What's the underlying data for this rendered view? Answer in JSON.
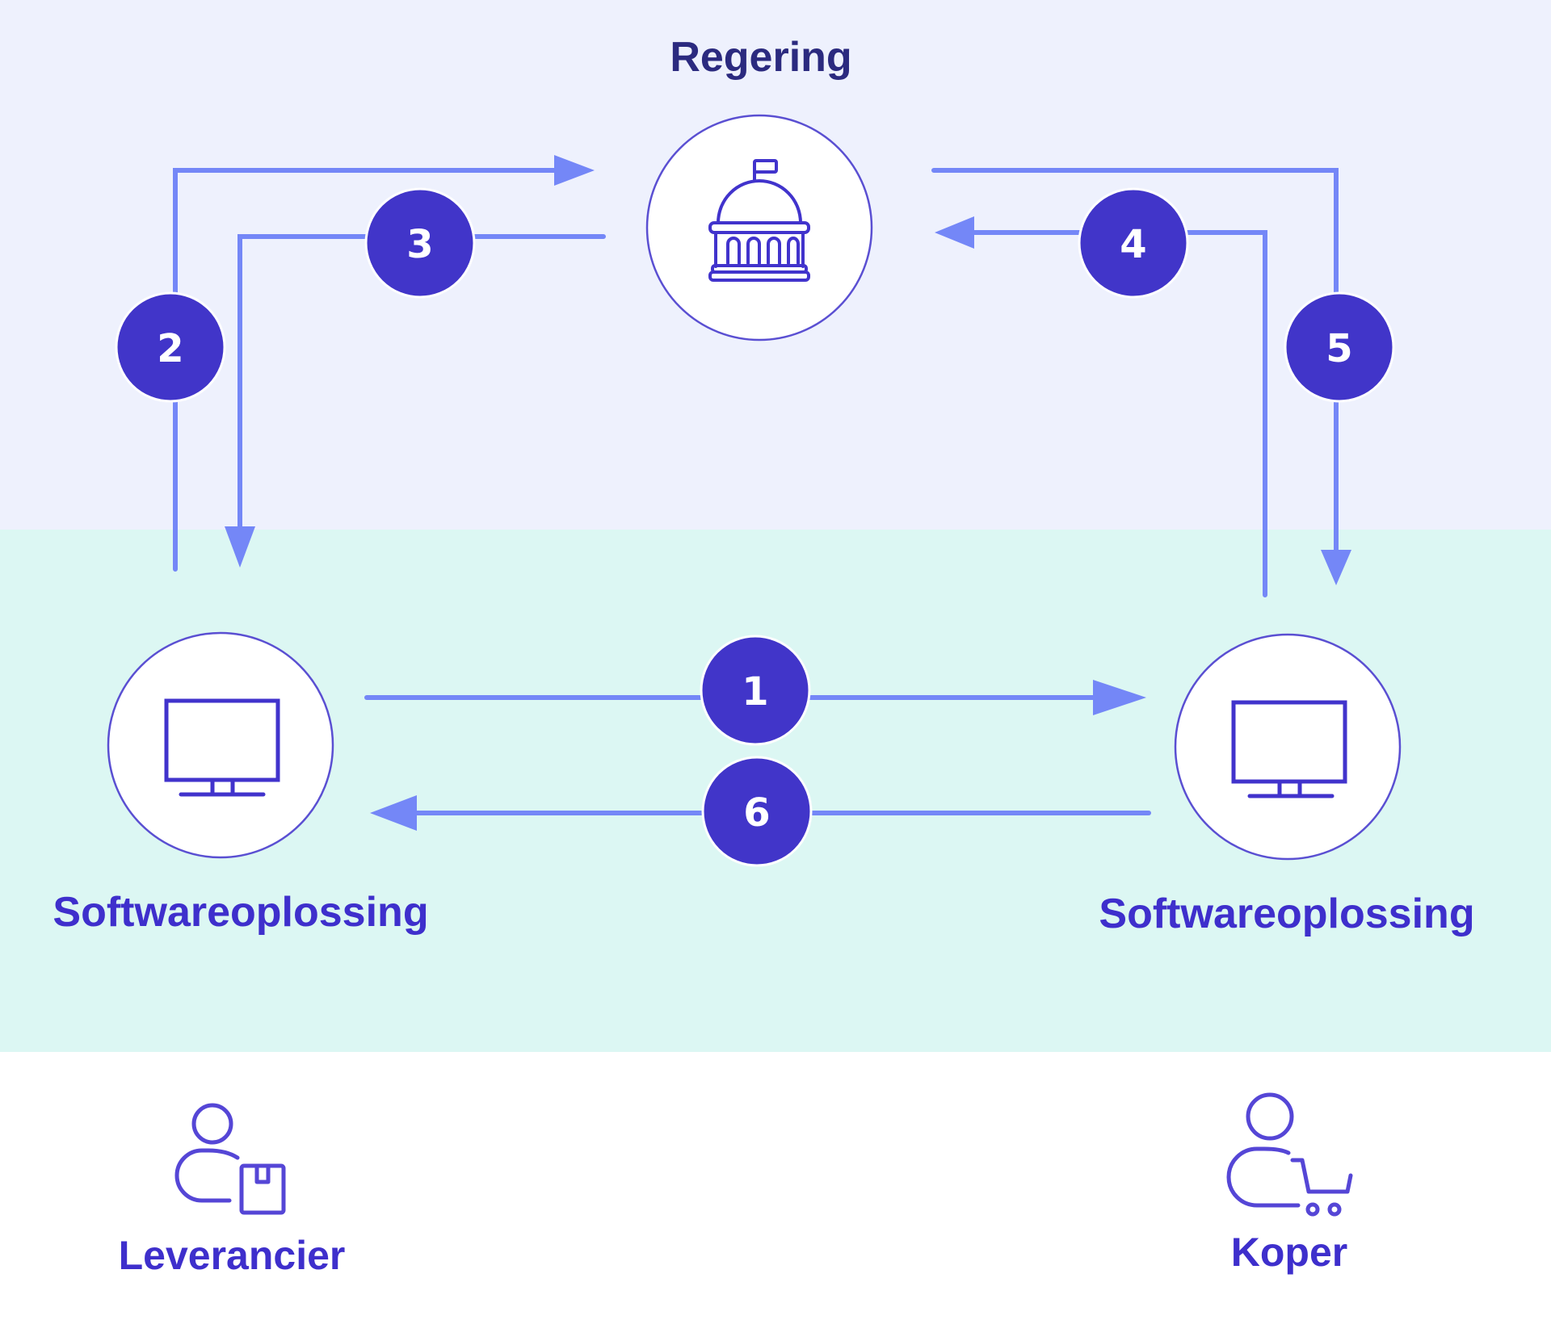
{
  "colors": {
    "government_zone": "#eef1fd",
    "software_zone": "#dcf7f3",
    "page_background": "#ffffff",
    "flow_line": "#7487f7",
    "badge_fill": "#4135c9",
    "badge_text": "#ffffff",
    "node_fill": "#ffffff",
    "node_stroke": "#5a4fd2",
    "icon_stroke": "#4133cc",
    "zone_title": "#2b2a7f",
    "node_label": "#3e2fcc"
  },
  "zones": {
    "government": {
      "title": "Regering",
      "icon": "government-building-icon"
    },
    "software": {
      "title": ""
    }
  },
  "nodes": {
    "supplier_software": {
      "label": "Softwareoplossing",
      "icon": "monitor-icon"
    },
    "buyer_software": {
      "label": "Softwareoplossing",
      "icon": "monitor-icon"
    },
    "government": {
      "label": "Regering",
      "icon": "government-building-icon"
    }
  },
  "actors": {
    "supplier": {
      "label": "Leverancier",
      "icon": "supplier-person-box-icon"
    },
    "buyer": {
      "label": "Koper",
      "icon": "buyer-person-cart-icon"
    }
  },
  "flows": [
    {
      "step": "1",
      "from": "supplier_software",
      "to": "buyer_software"
    },
    {
      "step": "2",
      "from": "supplier_software",
      "to": "government"
    },
    {
      "step": "3",
      "from": "government",
      "to": "supplier_software"
    },
    {
      "step": "4",
      "from": "buyer_software",
      "to": "government"
    },
    {
      "step": "5",
      "from": "government",
      "to": "buyer_software"
    },
    {
      "step": "6",
      "from": "buyer_software",
      "to": "supplier_software"
    }
  ]
}
